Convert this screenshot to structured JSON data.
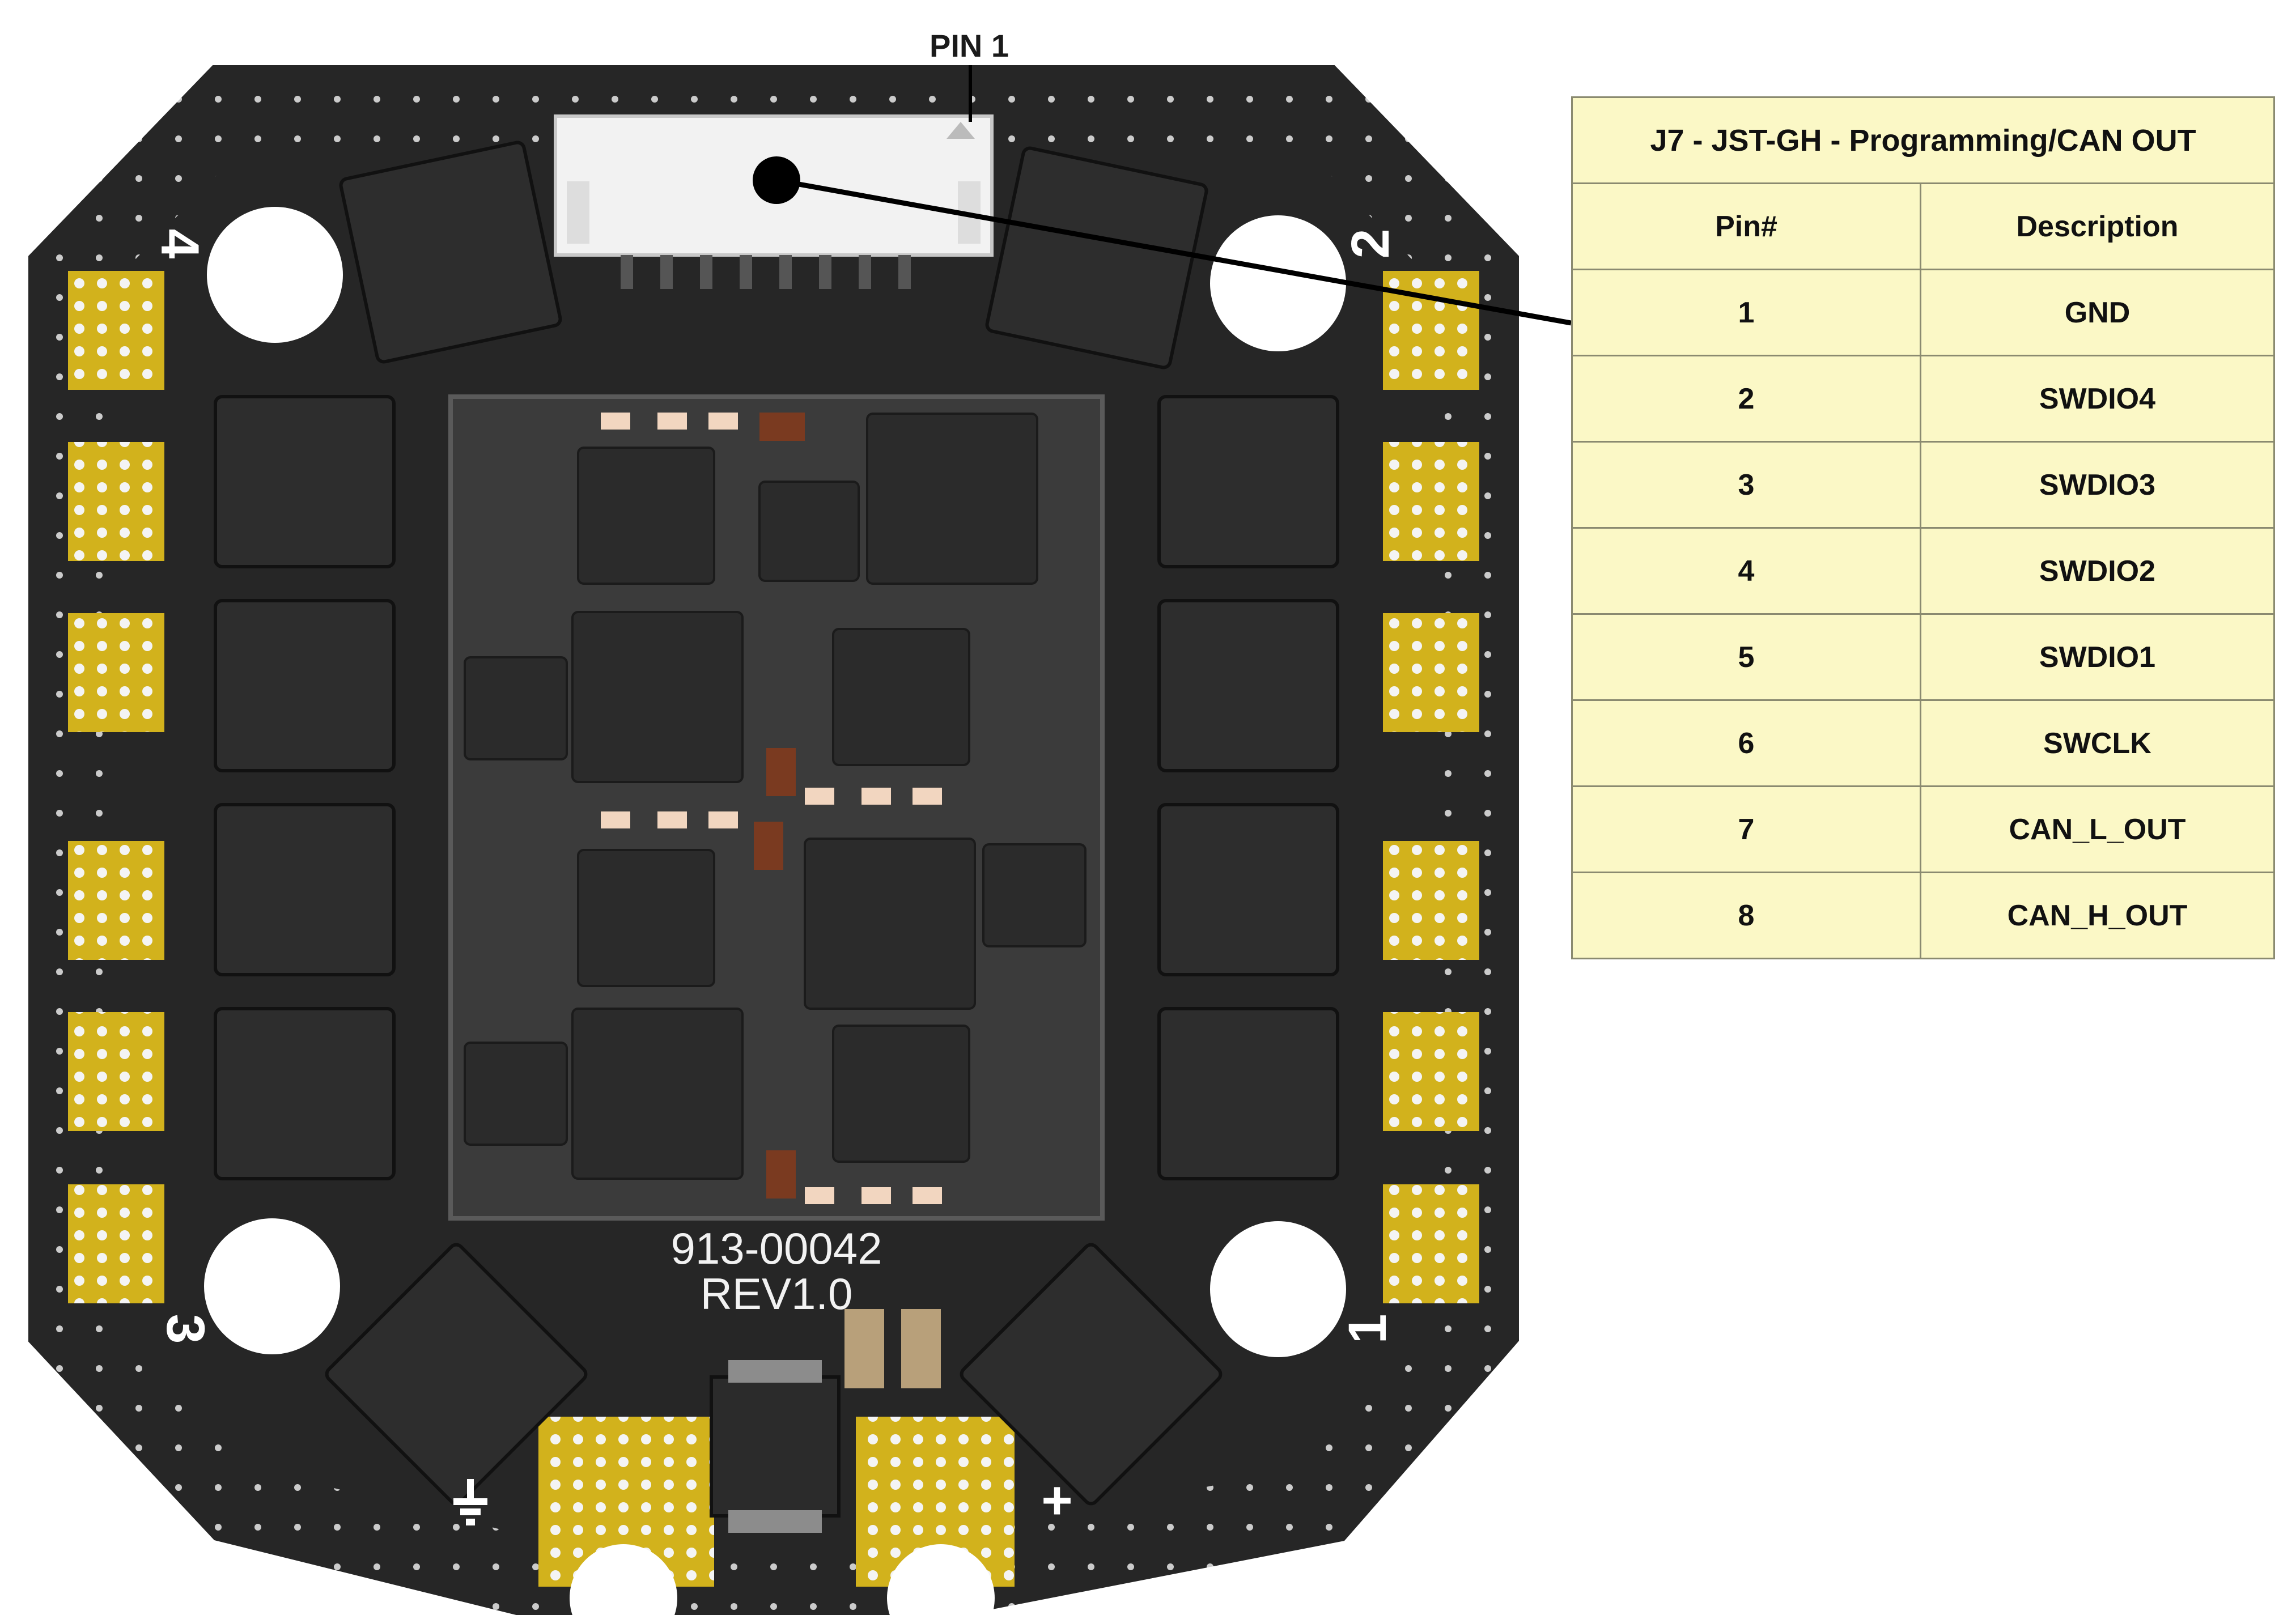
{
  "callout": {
    "pin_label": "PIN 1"
  },
  "board": {
    "part_number": "913-00042",
    "revision": "REV1.0",
    "corner_labels": [
      "4",
      "2",
      "3",
      "1"
    ],
    "power_symbol_plus": "+",
    "colors": {
      "pcb": "#262626",
      "pad": "#d2b21c",
      "chip": "#2d2d2d",
      "connector": "#f2f2f2"
    }
  },
  "table": {
    "title": "J7 - JST-GH - Programming/CAN OUT",
    "headers": [
      "Pin#",
      "Description"
    ],
    "rows": [
      {
        "pin": "1",
        "desc": "GND"
      },
      {
        "pin": "2",
        "desc": "SWDIO4"
      },
      {
        "pin": "3",
        "desc": "SWDIO3"
      },
      {
        "pin": "4",
        "desc": "SWDIO2"
      },
      {
        "pin": "5",
        "desc": "SWDIO1"
      },
      {
        "pin": "6",
        "desc": "SWCLK"
      },
      {
        "pin": "7",
        "desc": "CAN_L_OUT"
      },
      {
        "pin": "8",
        "desc": "CAN_H_OUT"
      }
    ],
    "colors": {
      "fill": "#fbf8c6",
      "border": "#8a8a70"
    }
  }
}
